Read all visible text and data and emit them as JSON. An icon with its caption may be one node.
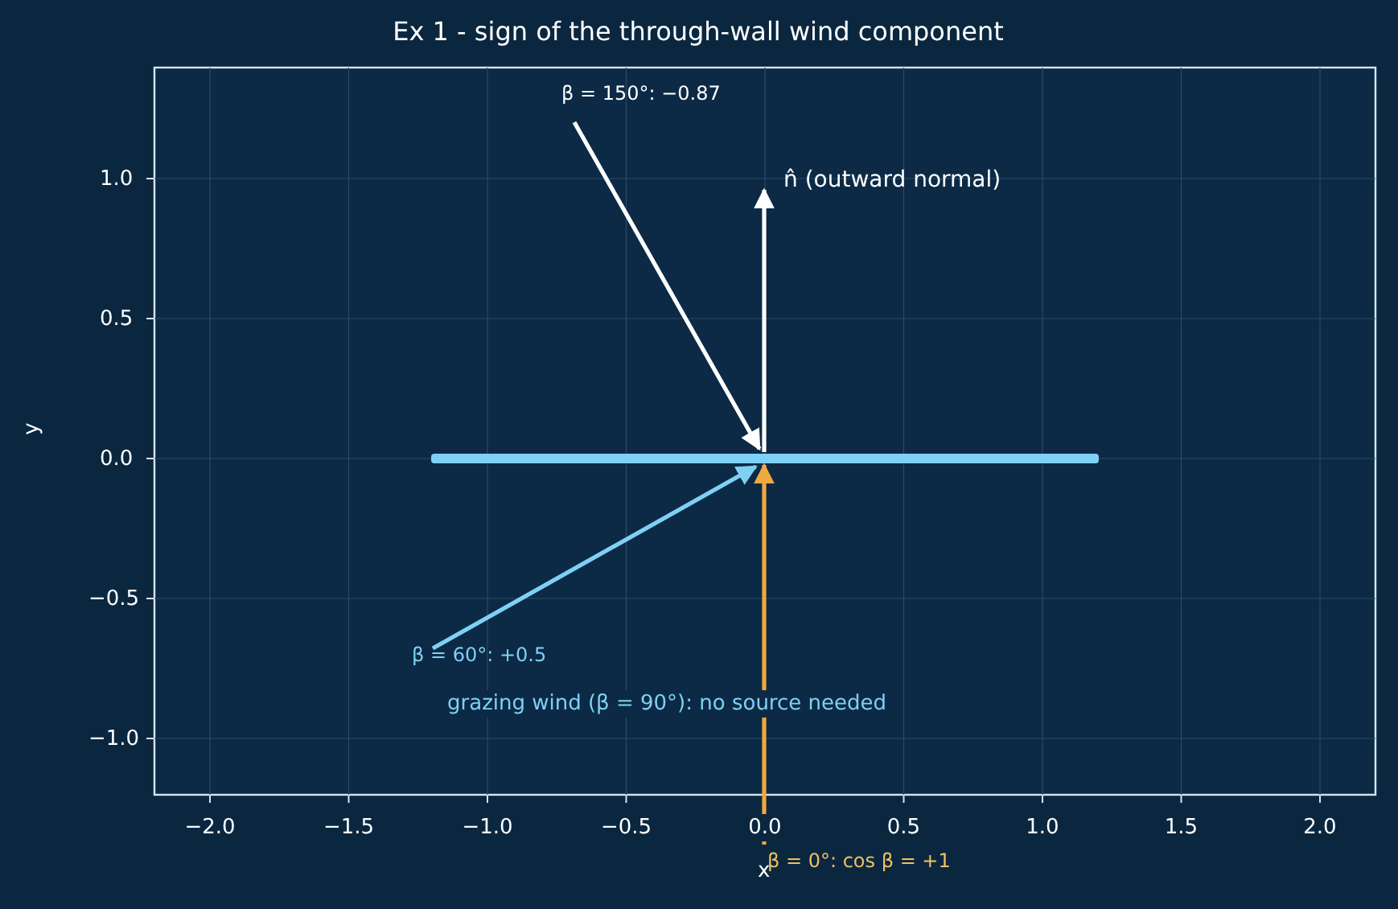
{
  "diagram": {
    "title": "Ex 1 - sign of the through-wall wind component",
    "nodes": [
      {
        "text": [],
        "shape": "bar"
      },
      {
        "text": [
          "β = 150°: −0.87"
        ]
      },
      {
        "text": [
          "β = 60°: +0.5"
        ]
      },
      {
        "text": [
          "β = 0°: cos β = +1"
        ]
      },
      {
        "text": [
          "n̂ (outward normal)"
        ]
      }
    ],
    "edges": [
      {
        "from": 1,
        "to": 0,
        "arrow": "to"
      },
      {
        "from": 2,
        "to": 0,
        "arrow": "to",
        "color": "#7fd0f5"
      },
      {
        "from": 3,
        "to": 0,
        "arrow": "to",
        "color": "#f0a840"
      },
      {
        "from": 0,
        "to": 4,
        "arrow": "to"
      }
    ],
    "labels": [
      "1.0",
      "0.5",
      "y",
      "0.0",
      "−0.5",
      "grazing wind (β = 90°): no source needed",
      "−1.0",
      "−2.0",
      "−1.5",
      "−1.0",
      "−0.5",
      "0.0",
      "0.5",
      "1.0",
      "1.5",
      "2.0",
      "x"
    ]
  }
}
